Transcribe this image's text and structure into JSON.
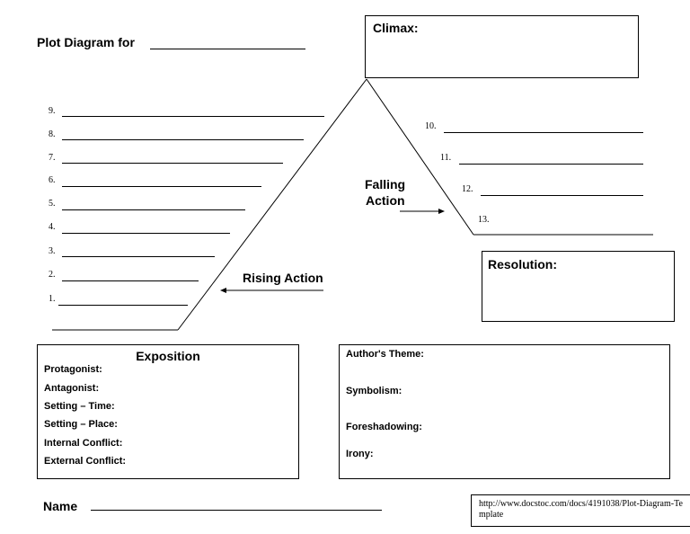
{
  "title": "Plot Diagram for",
  "climax_label": "Climax:",
  "resolution_label": "Resolution:",
  "rising_action_label": "Rising Action",
  "falling_action_label": [
    "Falling",
    "Action"
  ],
  "left_numbers": [
    "9.",
    "8.",
    "7.",
    "6.",
    "5.",
    "4.",
    "3.",
    "2.",
    "1."
  ],
  "right_numbers": [
    "10.",
    "11.",
    "12.",
    "13."
  ],
  "exposition": {
    "title": "Exposition",
    "fields": [
      "Protagonist:",
      "Antagonist:",
      "Setting – Time:",
      "Setting – Place:",
      "Internal Conflict:",
      "External Conflict:"
    ]
  },
  "theme_box": {
    "authors_theme": "Author's Theme:",
    "symbolism": "Symbolism:",
    "foreshadowing": "Foreshadowing:",
    "irony": "Irony:"
  },
  "name_label": "Name",
  "source_url": "http://www.docstoc.com/docs/4191038/Plot-Diagram-Template"
}
